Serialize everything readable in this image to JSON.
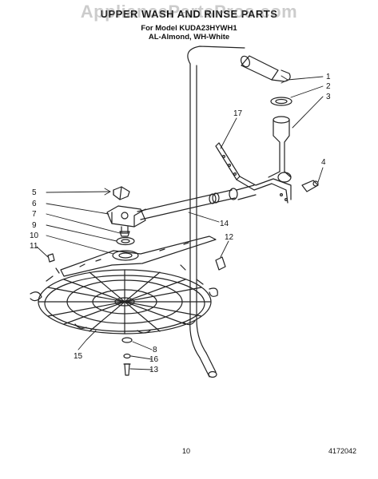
{
  "header": {
    "title": "UPPER WASH AND RINSE PARTS",
    "model_line": "For Model KUDA23HYWH1",
    "colors_line": "AL-Almond, WH-White"
  },
  "watermark": "AppliancePartsPros.com",
  "callouts": [
    "1",
    "2",
    "3",
    "4",
    "5",
    "6",
    "7",
    "9",
    "10",
    "11",
    "12",
    "14",
    "17",
    "8",
    "16",
    "13",
    "15"
  ],
  "footer": {
    "page_number": "10",
    "document_number": "4172042"
  }
}
